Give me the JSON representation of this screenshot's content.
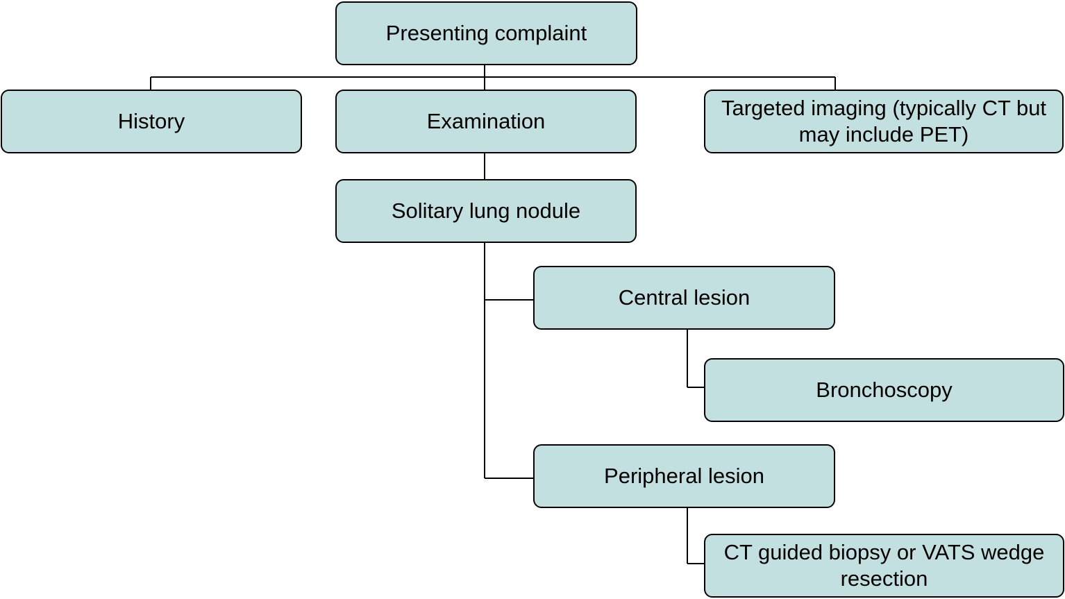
{
  "nodes": {
    "presenting_complaint": "Presenting complaint",
    "history": "History",
    "examination": "Examination",
    "targeted_imaging": "Targeted imaging (typically CT but may include PET)",
    "solitary_lung_nodule": "Solitary lung nodule",
    "central_lesion": "Central lesion",
    "bronchoscopy": "Bronchoscopy",
    "peripheral_lesion": "Peripheral lesion",
    "biopsy": "CT guided biopsy or VATS wedge resection"
  },
  "colors": {
    "box_fill": "#c2e0e0",
    "box_border": "#000000",
    "connector": "#000000"
  }
}
